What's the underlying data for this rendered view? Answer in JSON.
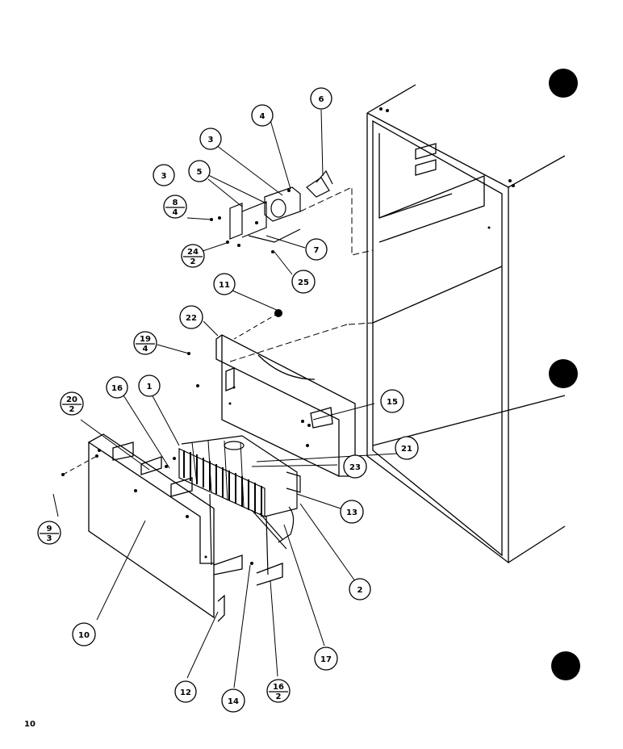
{
  "page_number": "10",
  "callouts": {
    "c1": "1",
    "c2": "2",
    "c3a": "3",
    "c3b": "3",
    "c4": "4",
    "c5": "5",
    "c6": "6",
    "c7": "7",
    "c10": "10",
    "c11": "11",
    "c12": "12",
    "c13": "13",
    "c14": "14",
    "c15": "15",
    "c16": "16",
    "c17": "17",
    "c21": "21",
    "c22": "22",
    "c23": "23",
    "c25": "25",
    "f8": {
      "num": "8",
      "den": "4"
    },
    "f24": {
      "num": "24",
      "den": "2"
    },
    "f19": {
      "num": "19",
      "den": "4"
    },
    "f20": {
      "num": "20",
      "den": "2"
    },
    "f9": {
      "num": "9",
      "den": "3"
    },
    "f16": {
      "num": "16",
      "den": "2"
    }
  }
}
